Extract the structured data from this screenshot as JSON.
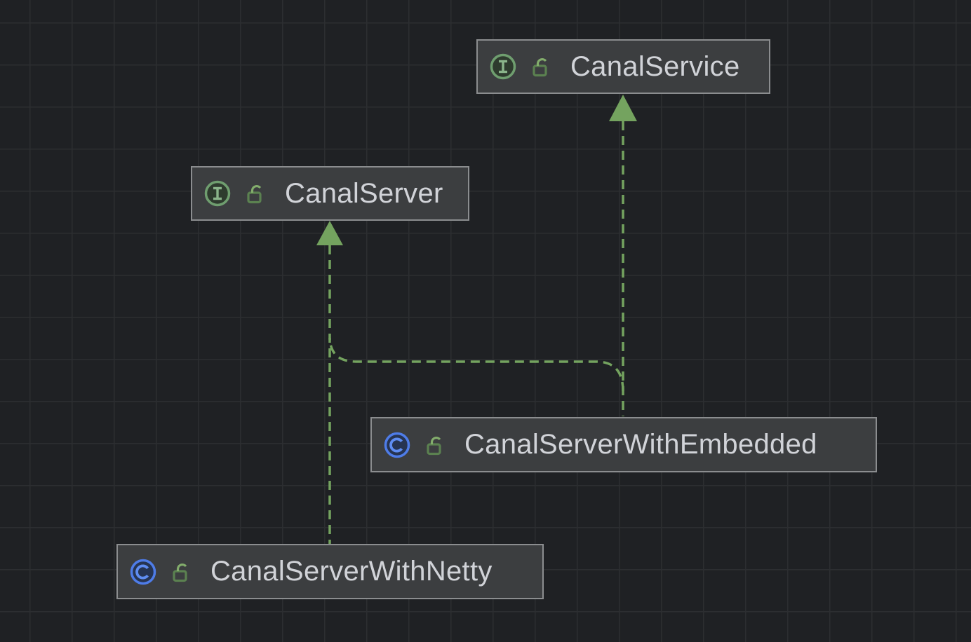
{
  "diagram": {
    "type": "uml-class-diagram",
    "context": "IDE diagram view on dark grid background",
    "colors": {
      "background": "#1f2124",
      "grid_line": "#2c2e31",
      "node_fill": "#3c3e40",
      "node_border": "#8b8d8f",
      "label_text": "#d1d3d8",
      "edge_green": "#74a35f",
      "interface_icon_green": "#6f9e6f",
      "class_icon_blue": "#4e7ce8",
      "lock_green": "#5b8150"
    },
    "nodes": [
      {
        "id": "canal-service",
        "label": "CanalService",
        "kind": "interface",
        "type_icon": "interface-icon",
        "modifier_icon": "unlocked-icon"
      },
      {
        "id": "canal-server",
        "label": "CanalServer",
        "kind": "interface",
        "type_icon": "interface-icon",
        "modifier_icon": "unlocked-icon"
      },
      {
        "id": "canal-server-with-embedded",
        "label": "CanalServerWithEmbedded",
        "kind": "class",
        "type_icon": "class-icon",
        "modifier_icon": "unlocked-icon"
      },
      {
        "id": "canal-server-with-netty",
        "label": "CanalServerWithNetty",
        "kind": "class",
        "type_icon": "class-icon",
        "modifier_icon": "unlocked-icon"
      }
    ],
    "edges": [
      {
        "from": "CanalServerWithEmbedded",
        "to": "CanalService",
        "type": "implements",
        "style": "dashed",
        "arrow": "solid-triangle",
        "color": "#74a35f"
      },
      {
        "from": "CanalServerWithEmbedded",
        "to": "CanalServer",
        "type": "implements",
        "style": "dashed",
        "arrow": "solid-triangle",
        "color": "#74a35f"
      },
      {
        "from": "CanalServerWithNetty",
        "to": "CanalServer",
        "type": "implements",
        "style": "dashed",
        "arrow": "solid-triangle",
        "color": "#74a35f"
      }
    ]
  }
}
